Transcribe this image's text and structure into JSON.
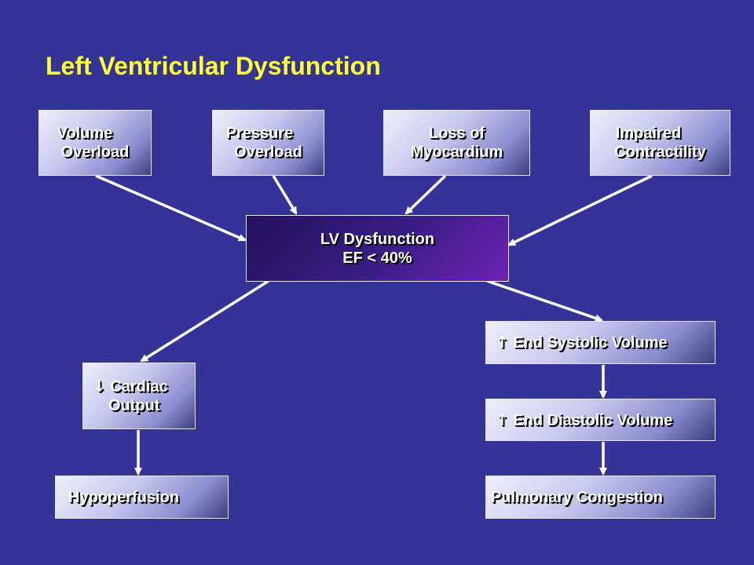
{
  "title": "Left Ventricular Dysfunction",
  "causes": {
    "volume_overload": [
      "Volume",
      "Overload"
    ],
    "pressure_overload": [
      "Pressure",
      "Overload"
    ],
    "loss_of_myocardium": [
      "Loss of",
      "Myocardium"
    ],
    "impaired_contractility": [
      "Impaired",
      "Contractility"
    ]
  },
  "center": {
    "line1": "LV Dysfunction",
    "line2": "EF < 40%"
  },
  "left_branch": {
    "cardiac_output_symbol": "↓",
    "cardiac_output": [
      "Cardiac",
      "Output"
    ],
    "hypoperfusion": "Hypoperfusion"
  },
  "right_branch": {
    "up_symbol": "↑",
    "end_systolic_volume": "End Systolic Volume",
    "end_diastolic_volume": "End Diastolic Volume",
    "pulmonary_congestion": "Pulmonary Congestion"
  },
  "colors": {
    "background": "#333399",
    "title": "#ffff33",
    "arrow": "#ffffff"
  }
}
